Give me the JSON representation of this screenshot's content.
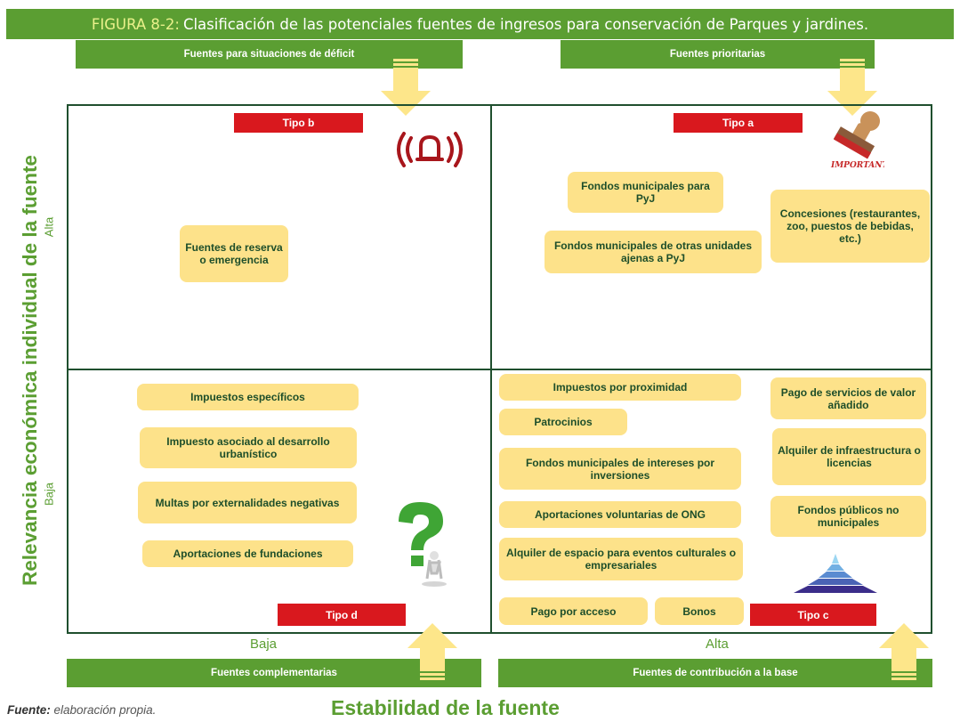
{
  "title": {
    "prefix": "FIGURA 8-2:",
    "text": "Clasificación de las potenciales fuentes de ingresos para conservación de Parques y jardines."
  },
  "top_bars": {
    "left": "Fuentes para situaciones de déficit",
    "right": "Fuentes prioritarias"
  },
  "bottom_bars": {
    "left": "Fuentes complementarias",
    "right": "Fuentes de contribución a la base"
  },
  "axes": {
    "y_label": "Relevancia económica individual de la fuente",
    "y_high": "Alta",
    "y_low": "Baja",
    "x_label": "Estabilidad de la fuente",
    "x_low": "Baja",
    "x_high": "Alta"
  },
  "quadrants": {
    "tipo_a": "Tipo a",
    "tipo_b": "Tipo b",
    "tipo_c": "Tipo c",
    "tipo_d": "Tipo d"
  },
  "sources": {
    "b": [
      "Fuentes de reserva o emergencia"
    ],
    "a": [
      "Fondos municipales para PyJ",
      "Fondos municipales de otras unidades ajenas a PyJ",
      "Concesiones (restaurantes, zoo, puestos de bebidas, etc.)"
    ],
    "d": [
      "Impuestos específicos",
      "Impuesto asociado al desarrollo urbanístico",
      "Multas por externalidades negativas",
      "Aportaciones de fundaciones"
    ],
    "c": [
      "Impuestos por proximidad",
      "Patrocinios",
      "Fondos municipales de intereses por inversiones",
      "Aportaciones voluntarias de ONG",
      "Alquiler de espacio para eventos culturales  o empresariales",
      "Pago por acceso",
      "Bonos",
      "Pago de servicios de valor añadido",
      "Alquiler de infraestructura o licencias",
      "Fondos públicos no municipales"
    ]
  },
  "stamp_text": "IMPORTANT",
  "footer": {
    "source_label": "Fuente:",
    "source_text": "elaboración propia."
  },
  "icons": [
    "alarm-bell-icon",
    "important-stamp-icon",
    "question-mark-icon",
    "pyramid-icon"
  ],
  "colors": {
    "green": "#5b9e32",
    "dark_green": "#1f4f2e",
    "box_fill": "#fde28a",
    "tipo_red": "#d9181e",
    "arrow_yellow": "#fde68a"
  }
}
